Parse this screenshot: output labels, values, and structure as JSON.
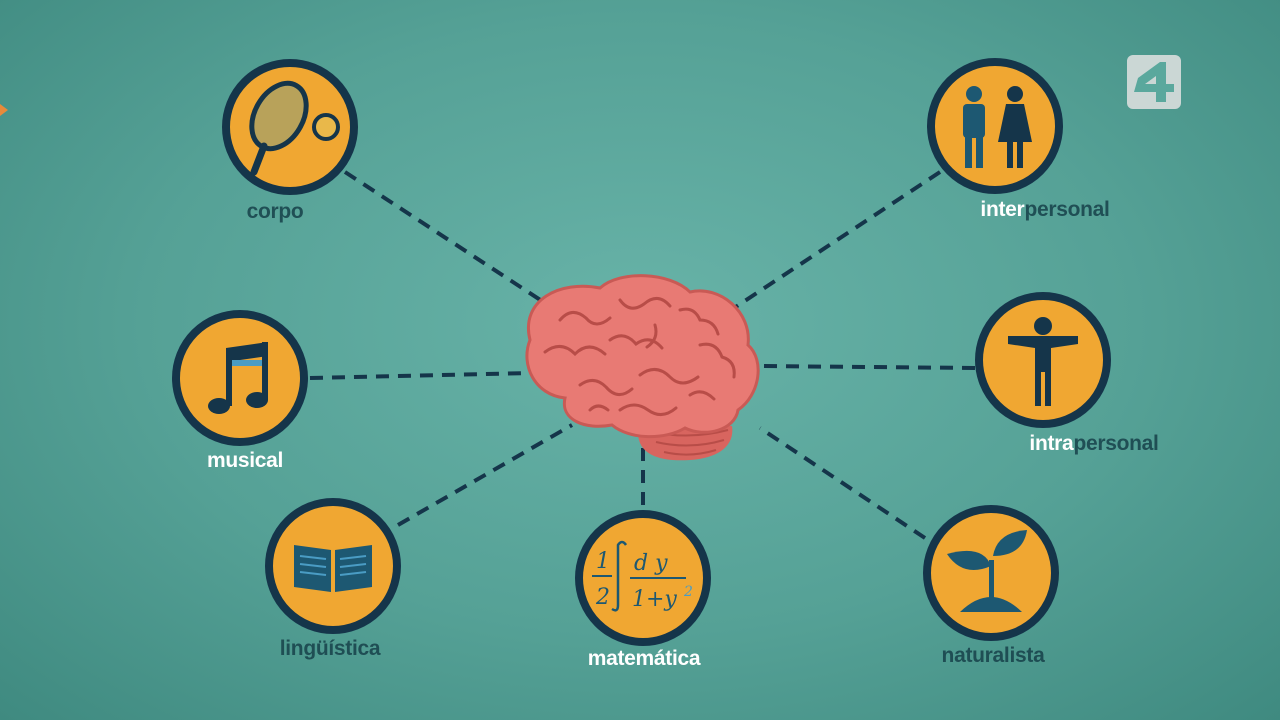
{
  "diagram": {
    "nodes": [
      {
        "id": "corpo",
        "label": "corpo",
        "icon": "tennis-racket-icon"
      },
      {
        "id": "musical",
        "label": "musical",
        "icon": "music-note-icon"
      },
      {
        "id": "linguistica",
        "label": "lingüística",
        "icon": "open-book-icon"
      },
      {
        "id": "matematica",
        "label": "matemática",
        "icon": "math-formula-icon"
      },
      {
        "id": "naturalista",
        "label": "naturalista",
        "icon": "sprout-icon"
      },
      {
        "id": "intrapersonal",
        "label_highlight": "intra",
        "label_rest": "personal",
        "icon": "person-arms-out-icon"
      },
      {
        "id": "interpersonal",
        "label_highlight": "inter",
        "label_rest": "personal",
        "icon": "man-woman-icon"
      }
    ],
    "center": {
      "icon": "brain-icon"
    },
    "formula": {
      "num1": "1",
      "den1": "2",
      "num2": "d y",
      "den2": "1+y",
      "exp": "2"
    }
  },
  "channel_logo": {
    "text": "4",
    "icon": "channel-logo-icon"
  },
  "colors": {
    "background": "#5aa89d",
    "circle_fill": "#f0a732",
    "circle_ring": "#15354a",
    "brain": "#e87a74",
    "icon": "#1d5872",
    "dash": "#15354a"
  }
}
